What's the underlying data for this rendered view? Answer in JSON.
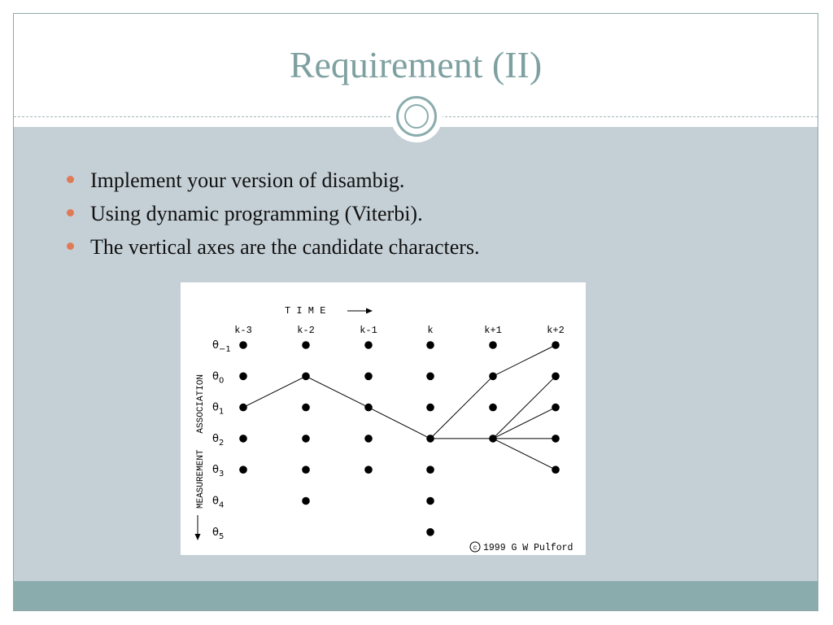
{
  "slide": {
    "title": "Requirement (II)",
    "bullets": [
      "Implement your version of disambig.",
      "Using dynamic programming (Viterbi).",
      "The vertical axes are the candidate characters."
    ]
  },
  "diagram": {
    "time_label": "T I M E",
    "time_columns": [
      "k-3",
      "k-2",
      "k-1",
      "k",
      "k+1",
      "k+2"
    ],
    "vertical_axis_label": "MEASUREMENT   ASSOCIATION",
    "state_labels": [
      {
        "symbol": "θ",
        "sub": "−1"
      },
      {
        "symbol": "θ",
        "sub": "0"
      },
      {
        "symbol": "θ",
        "sub": "1"
      },
      {
        "symbol": "θ",
        "sub": "2"
      },
      {
        "symbol": "θ",
        "sub": "3"
      },
      {
        "symbol": "θ",
        "sub": "4"
      },
      {
        "symbol": "θ",
        "sub": "5"
      }
    ],
    "column_state_counts": [
      {
        "column": "k-3",
        "states": [
          "θ−1",
          "θ0",
          "θ1",
          "θ2",
          "θ3"
        ]
      },
      {
        "column": "k-2",
        "states": [
          "θ−1",
          "θ0",
          "θ1",
          "θ2",
          "θ3",
          "θ4"
        ]
      },
      {
        "column": "k-1",
        "states": [
          "θ−1",
          "θ0",
          "θ1",
          "θ2",
          "θ3"
        ]
      },
      {
        "column": "k",
        "states": [
          "θ−1",
          "θ0",
          "θ1",
          "θ2",
          "θ3",
          "θ4",
          "θ5"
        ]
      },
      {
        "column": "k+1",
        "states": [
          "θ−1",
          "θ0",
          "θ1",
          "θ2"
        ]
      },
      {
        "column": "k+2",
        "states": [
          "θ−1",
          "θ0",
          "θ1",
          "θ2",
          "θ3"
        ]
      }
    ],
    "path_edges": [
      {
        "from": [
          "k-3",
          "θ1"
        ],
        "to": [
          "k-2",
          "θ0"
        ]
      },
      {
        "from": [
          "k-2",
          "θ0"
        ],
        "to": [
          "k-1",
          "θ1"
        ]
      },
      {
        "from": [
          "k-1",
          "θ1"
        ],
        "to": [
          "k",
          "θ2"
        ]
      },
      {
        "from": [
          "k",
          "θ2"
        ],
        "to": [
          "k+1",
          "θ0"
        ]
      },
      {
        "from": [
          "k",
          "θ2"
        ],
        "to": [
          "k+1",
          "θ2"
        ]
      },
      {
        "from": [
          "k+1",
          "θ0"
        ],
        "to": [
          "k+2",
          "θ−1"
        ]
      },
      {
        "from": [
          "k+1",
          "θ2"
        ],
        "to": [
          "k+2",
          "θ0"
        ]
      },
      {
        "from": [
          "k+1",
          "θ2"
        ],
        "to": [
          "k+2",
          "θ1"
        ]
      },
      {
        "from": [
          "k+1",
          "θ2"
        ],
        "to": [
          "k+2",
          "θ2"
        ]
      },
      {
        "from": [
          "k+1",
          "θ2"
        ],
        "to": [
          "k+2",
          "θ3"
        ]
      }
    ],
    "copyright": "1999 G W Pulford",
    "copyright_symbol": "c"
  }
}
